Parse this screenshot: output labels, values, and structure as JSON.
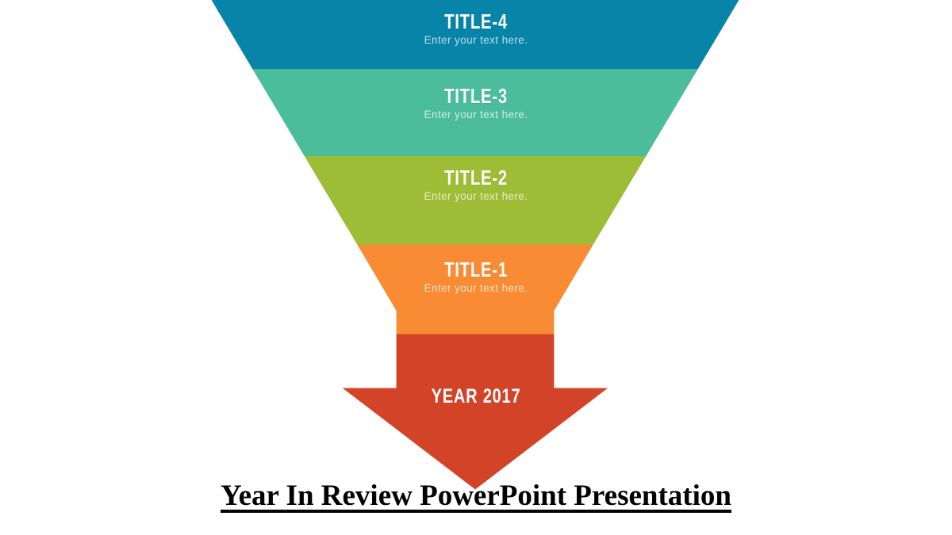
{
  "canvas": {
    "background_color": "#FFFFFF"
  },
  "funnel": {
    "description": "Inverted funnel with four stacked trapezoid levels, top to bottom, ending in a downward arrow",
    "levels": [
      {
        "title": "TITLE-4",
        "subtitle": "Enter your text here.",
        "color": "#0984A9"
      },
      {
        "title": "TITLE-3",
        "subtitle": "Enter your text here.",
        "color": "#4BBD9B"
      },
      {
        "title": "TITLE-2",
        "subtitle": "Enter your text here.",
        "color": "#9EBD37"
      },
      {
        "title": "TITLE-1",
        "subtitle": "Enter your text here.",
        "color": "#F98B35"
      }
    ],
    "arrow": {
      "label": "YEAR 2017",
      "color": "#D24327"
    },
    "title_text_color": "#FFFFFF",
    "subtitle_text_color": "rgba(255,255,255,0.72)"
  },
  "heading": {
    "text": "Year In Review PowerPoint Presentation",
    "color": "#000000",
    "underlined": true
  }
}
